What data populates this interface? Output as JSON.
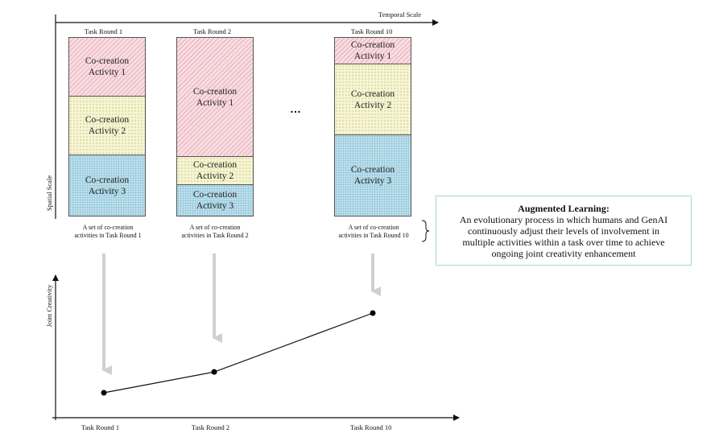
{
  "axes": {
    "temporal_scale": "Temporal Scale",
    "spatial_scale": "Spatial Scale",
    "joint_creativity": "Joint Creativity"
  },
  "rounds": [
    {
      "label": "Task Round 1",
      "set_label_line1": "A set of co-creation",
      "set_label_line2": "activities in Task Round 1",
      "activities": [
        {
          "line1": "Co-creation",
          "line2": "Activity 1",
          "share": 0.33
        },
        {
          "line1": "Co-creation",
          "line2": "Activity 2",
          "share": 0.33
        },
        {
          "line1": "Co-creation",
          "line2": "Activity 3",
          "share": 0.34
        }
      ]
    },
    {
      "label": "Task Round 2",
      "set_label_line1": "A set of co-creation",
      "set_label_line2": "activities in Task Round 2",
      "activities": [
        {
          "line1": "Co-creation",
          "line2": "Activity 1",
          "share": 0.67
        },
        {
          "line1": "Co-creation",
          "line2": "Activity 2",
          "share": 0.16
        },
        {
          "line1": "Co-creation",
          "line2": "Activity 3",
          "share": 0.17
        }
      ]
    },
    {
      "label": "Task Round 10",
      "set_label_line1": "A set of co-creation",
      "set_label_line2": "activities in Task Round 10",
      "activities": [
        {
          "line1": "Co-creation",
          "line2": "Activity 1",
          "share": 0.15
        },
        {
          "line1": "Co-creation",
          "line2": "Activity 2",
          "share": 0.4
        },
        {
          "line1": "Co-creation",
          "line2": "Activity 3",
          "share": 0.45
        }
      ]
    }
  ],
  "ellipsis": "…",
  "definition": {
    "title": "Augmented Learning:",
    "line1": "An evolutionary process in which humans and GenAI",
    "line2": "continuously adjust their levels of involvement in",
    "line3": "multiple activities within a task over time to achieve",
    "line4": "ongoing joint creativity enhancement"
  },
  "joint_creativity_points": [
    0.12,
    0.42,
    1.0
  ]
}
